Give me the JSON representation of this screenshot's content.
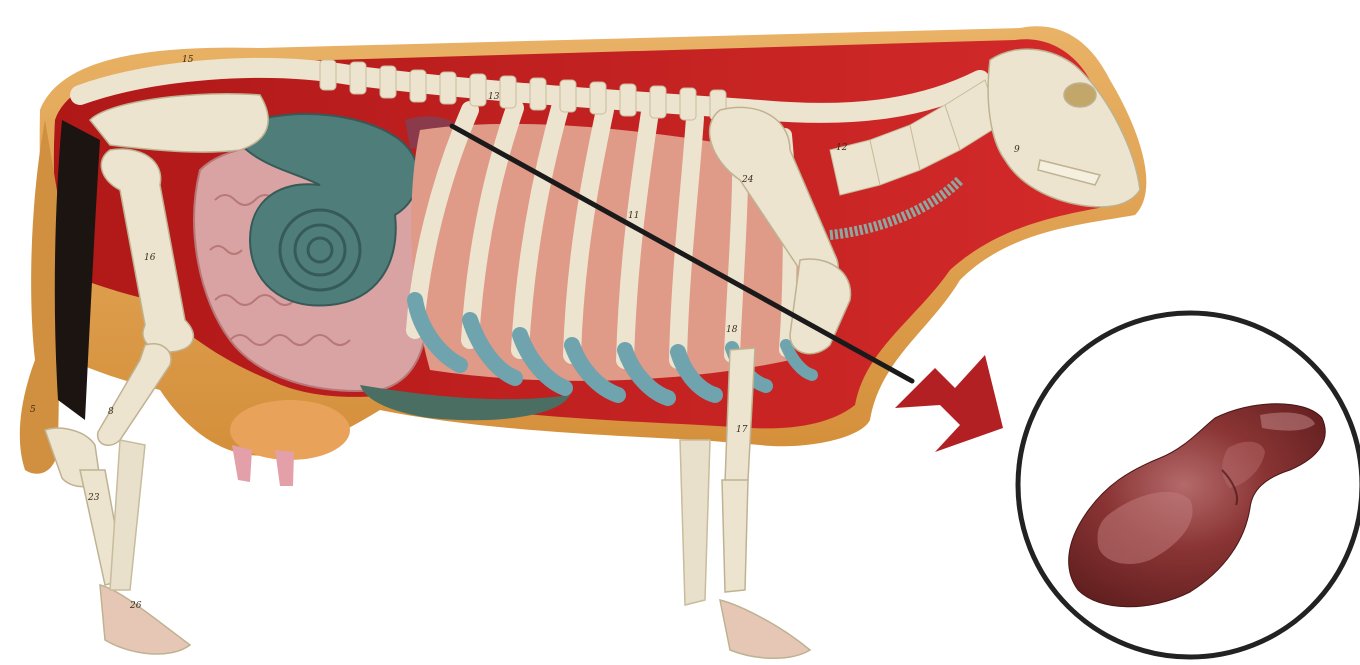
{
  "figure": {
    "subject": "cow-anatomical-model",
    "highlighted_organ": "spleen",
    "colors": {
      "background": "#ffffff",
      "muscle": "#c41e1e",
      "fat": "#e0a050",
      "bone": "#ece4cf",
      "cartilage": "#6fa3ad",
      "intestine": "#d9a3a3",
      "stomach": "#4f7d7a",
      "lung": "#df9a88",
      "pointer_line": "#1a1a1a",
      "pointer_arrow": "#b32024",
      "callout_ring": "#222222",
      "organ": "#7a2c2c"
    }
  },
  "labels": {
    "n15": "15",
    "n13": "13",
    "n12": "12",
    "n11": "11",
    "n9": "9",
    "n24": "24",
    "n16": "16",
    "n18": "18",
    "n17": "17",
    "n8": "8",
    "n23": "23",
    "n26": "26",
    "n5": "5"
  }
}
